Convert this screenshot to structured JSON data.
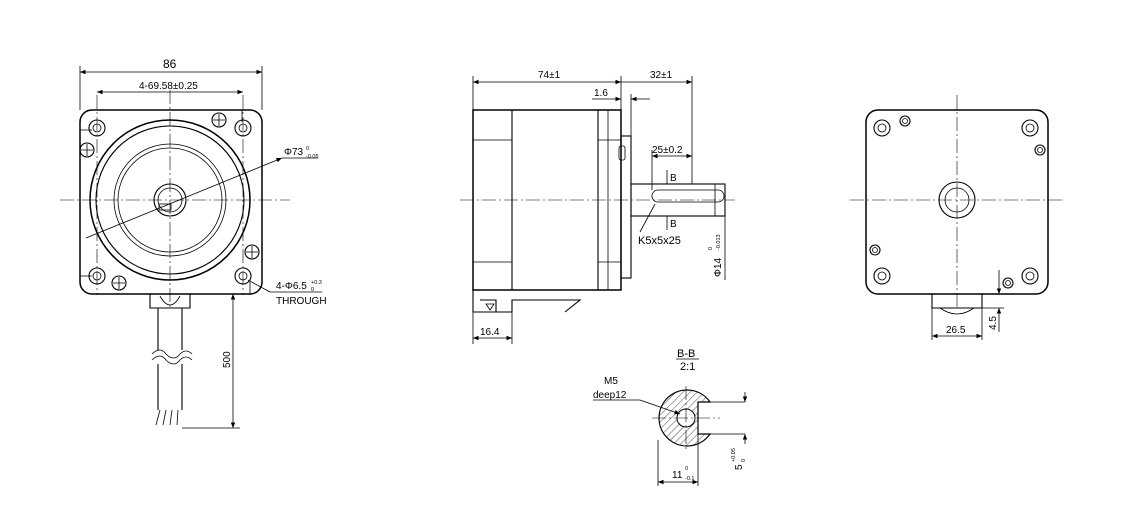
{
  "front_view": {
    "overall_width": "86",
    "hole_spacing": "4-69.58±0.25",
    "pilot_diameter": "Φ73",
    "pilot_tol_upper": "0",
    "pilot_tol_lower": "-0.05",
    "mount_hole": "4-Φ6.5",
    "mount_hole_tol_upper": "+0.3",
    "mount_hole_tol_lower": "0",
    "through_label": "THROUGH",
    "lead_length": "500"
  },
  "side_view": {
    "body_length": "74±1",
    "shaft_length": "32±1",
    "flange_thickness": "1.6",
    "key_length": "25±0.2",
    "section_marker_top": "B",
    "section_marker_bottom": "B",
    "key_spec": "K5x5x25",
    "shaft_diameter": "Φ14",
    "shaft_tol_upper": "0",
    "shaft_tol_lower": "-0.013",
    "connector_length": "16.4"
  },
  "rear_view": {
    "connector_width": "26.5",
    "connector_height": "4.5"
  },
  "section_view": {
    "title": "B-B",
    "scale": "2:1",
    "thread": "M5",
    "thread_depth": "deep12",
    "key_depth": "11",
    "key_depth_tol_upper": "0",
    "key_depth_tol_lower": "-0.1",
    "key_width": "5",
    "key_width_tol_upper": "+0.05",
    "key_width_tol_lower": "0"
  }
}
